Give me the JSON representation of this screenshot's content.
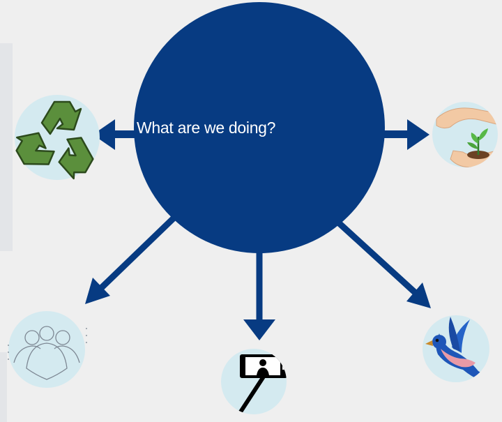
{
  "center": {
    "label": "What are we doing?",
    "fill": "#073b82"
  },
  "colors": {
    "arrow": "#073b82",
    "icon_circle": "#d4eaf0",
    "background": "#efefef"
  },
  "nodes": [
    {
      "id": "recycle",
      "icon": "recycle-icon"
    },
    {
      "id": "plant",
      "icon": "hands-protecting-plant-icon"
    },
    {
      "id": "people",
      "icon": "people-group-icon"
    },
    {
      "id": "selfie",
      "icon": "selfie-stick-phone-icon"
    },
    {
      "id": "bird",
      "icon": "blue-bird-icon"
    }
  ]
}
